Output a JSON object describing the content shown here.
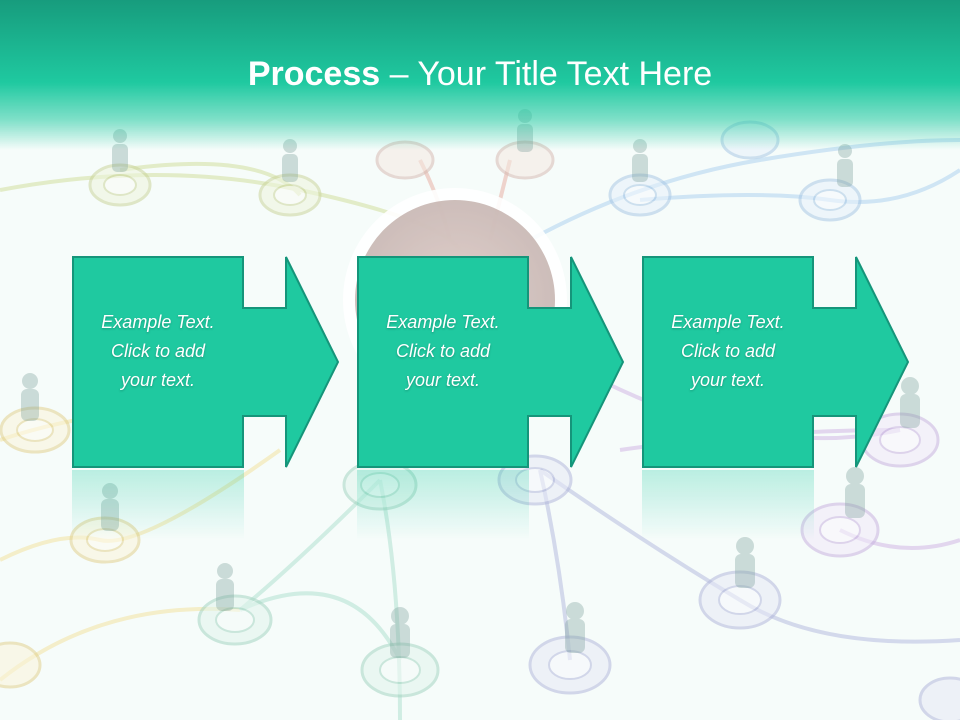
{
  "slide": {
    "title_bold": "Process",
    "title_rest": " – Your Title Text Here"
  },
  "steps": [
    {
      "line1": "Example Text.",
      "line2": "Click  to add",
      "line3": "your text."
    },
    {
      "line1": "Example Text.",
      "line2": "Click  to add",
      "line3": "your text."
    },
    {
      "line1": "Example Text.",
      "line2": "Click  to add",
      "line3": "your text."
    }
  ],
  "colors": {
    "accent": "#1fc9a0",
    "accent_dark": "#15957a",
    "title_bar_top": "#179c7d",
    "text": "#ffffff"
  },
  "icons": [
    "person-icon",
    "network-node-icon",
    "arrow-right-icon"
  ]
}
